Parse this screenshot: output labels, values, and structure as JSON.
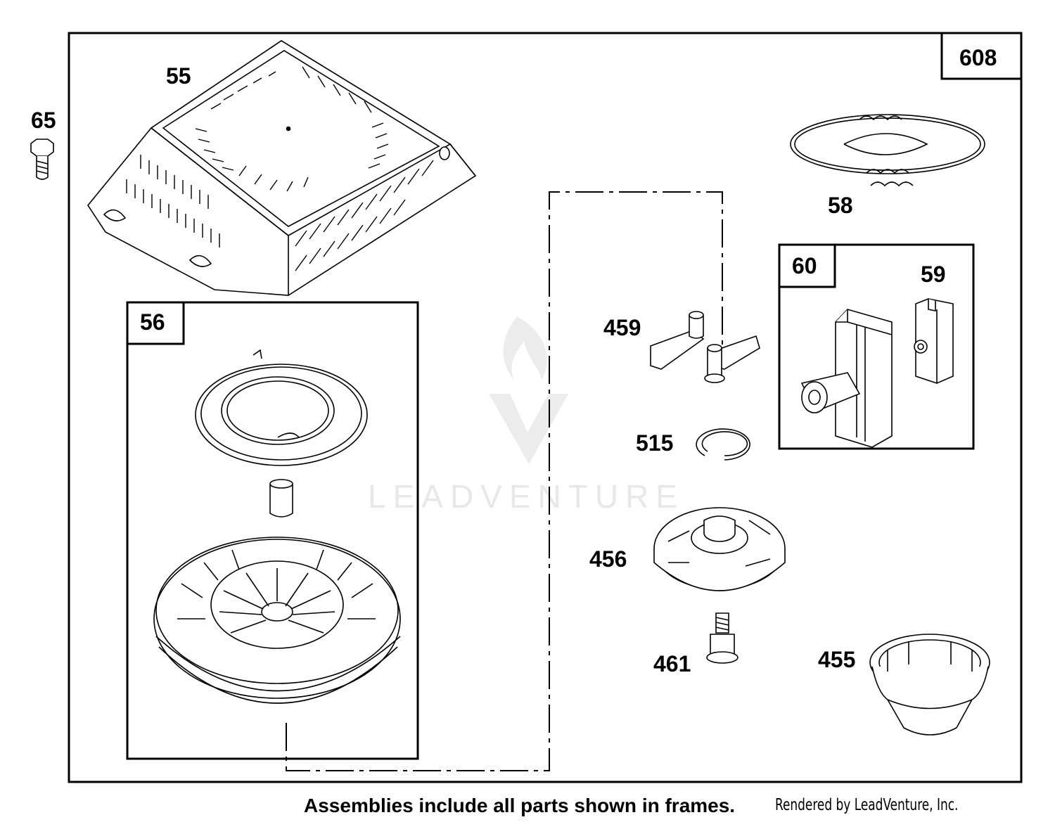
{
  "diagram": {
    "parts": [
      {
        "id": "p55",
        "number": "55"
      },
      {
        "id": "p65",
        "number": "65"
      },
      {
        "id": "p56",
        "number": "56"
      },
      {
        "id": "p58",
        "number": "58"
      },
      {
        "id": "p60",
        "number": "60"
      },
      {
        "id": "p59",
        "number": "59"
      },
      {
        "id": "p459",
        "number": "459"
      },
      {
        "id": "p515",
        "number": "515"
      },
      {
        "id": "p456",
        "number": "456"
      },
      {
        "id": "p461",
        "number": "461"
      },
      {
        "id": "p455",
        "number": "455"
      },
      {
        "id": "p608",
        "number": "608"
      }
    ],
    "watermark": "LEADVENTURE"
  },
  "footer": {
    "note": "Assemblies include all parts shown in frames.",
    "rendered_by": "Rendered by LeadVenture, Inc."
  },
  "colors": {
    "line": "#000000",
    "background": "#ffffff",
    "watermark": "#e8e8e8"
  }
}
